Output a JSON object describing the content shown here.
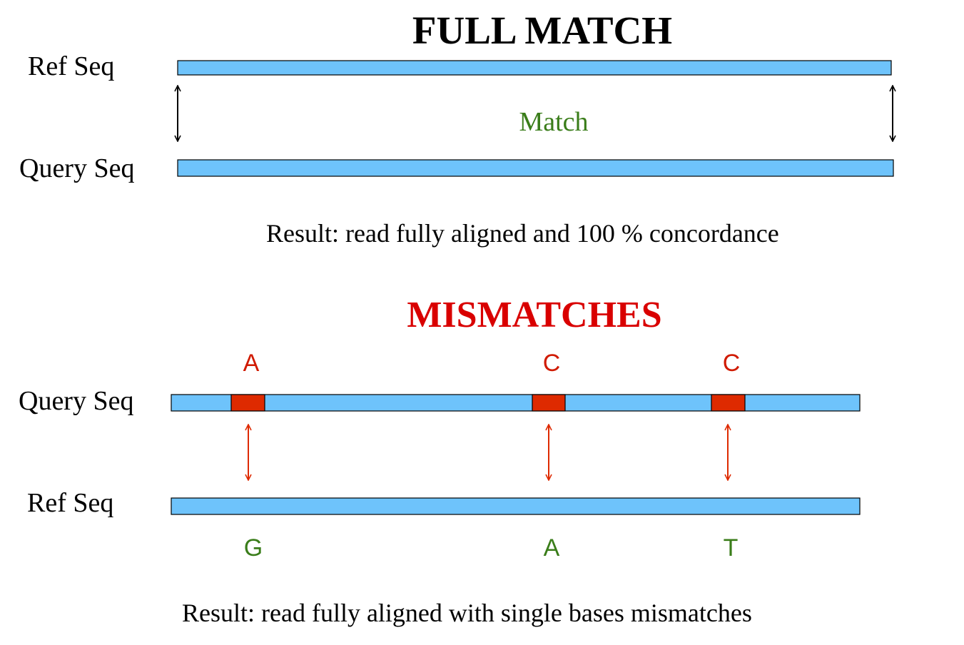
{
  "colors": {
    "sequence_bar": "#6ec3fb",
    "bar_outline": "#000000",
    "mismatch_block": "#de2a00",
    "match_arrow": "#000000",
    "mismatch_arrow": "#de2a00",
    "title_full_match": "#000000",
    "title_mismatches": "#d90000",
    "match_label": "#3a7d1a",
    "query_base": "#d01a00",
    "ref_base": "#3a7d1a",
    "text": "#000000"
  },
  "full_match": {
    "title": "FULL MATCH",
    "ref_label": "Ref Seq",
    "query_label": "Query Seq",
    "match_label": "Match",
    "result": "Result: read fully aligned and 100 % concordance"
  },
  "mismatches": {
    "title": "MISMATCHES",
    "query_label": "Query Seq",
    "ref_label": "Ref Seq",
    "query_bases": [
      "A",
      "C",
      "C"
    ],
    "ref_bases": [
      "G",
      "A",
      "T"
    ],
    "result": "Result: read fully aligned with single bases mismatches"
  }
}
